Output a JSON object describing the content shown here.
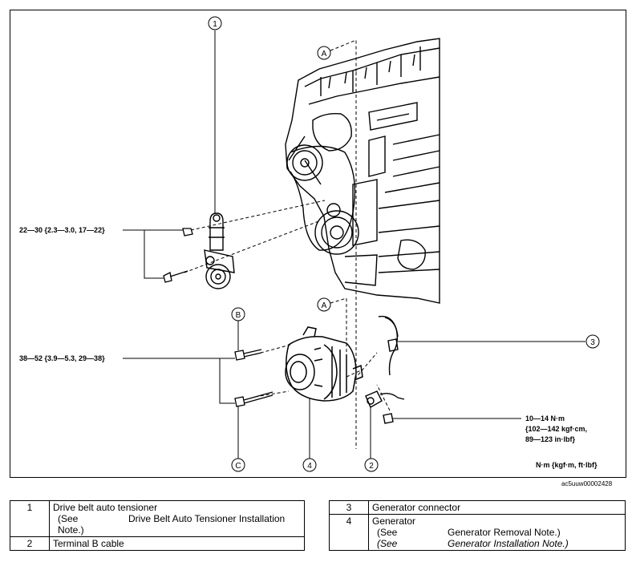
{
  "callouts": [
    "1",
    "2",
    "3",
    "4",
    "A",
    "A",
    "B",
    "C"
  ],
  "torque": {
    "t1": "22—30 {2.3—3.0, 17—22}",
    "t2": "38—52 {3.9—5.3, 29—38}",
    "t3_line1": "10—14 N·m",
    "t3_line2": "{102—142 kgf·cm,",
    "t3_line3": "89—123 in·lbf}",
    "units": "N·m {kgf·m, ft·lbf}"
  },
  "figure_id": "ac5uuw00002428",
  "legend_left": [
    {
      "num": "1",
      "name": "Drive belt auto tensioner",
      "see": "(See",
      "ref": "Drive Belt Auto Tensioner Installation",
      "ref2": "Note.)"
    },
    {
      "num": "2",
      "name": "Terminal B cable"
    }
  ],
  "legend_right": [
    {
      "num": "3",
      "name": "Generator connector"
    },
    {
      "num": "4",
      "name": "Generator",
      "see1": "(See",
      "ref1": "Generator Removal Note.)",
      "see2": "(See",
      "ref2": "Generator Installation Note.)"
    }
  ]
}
